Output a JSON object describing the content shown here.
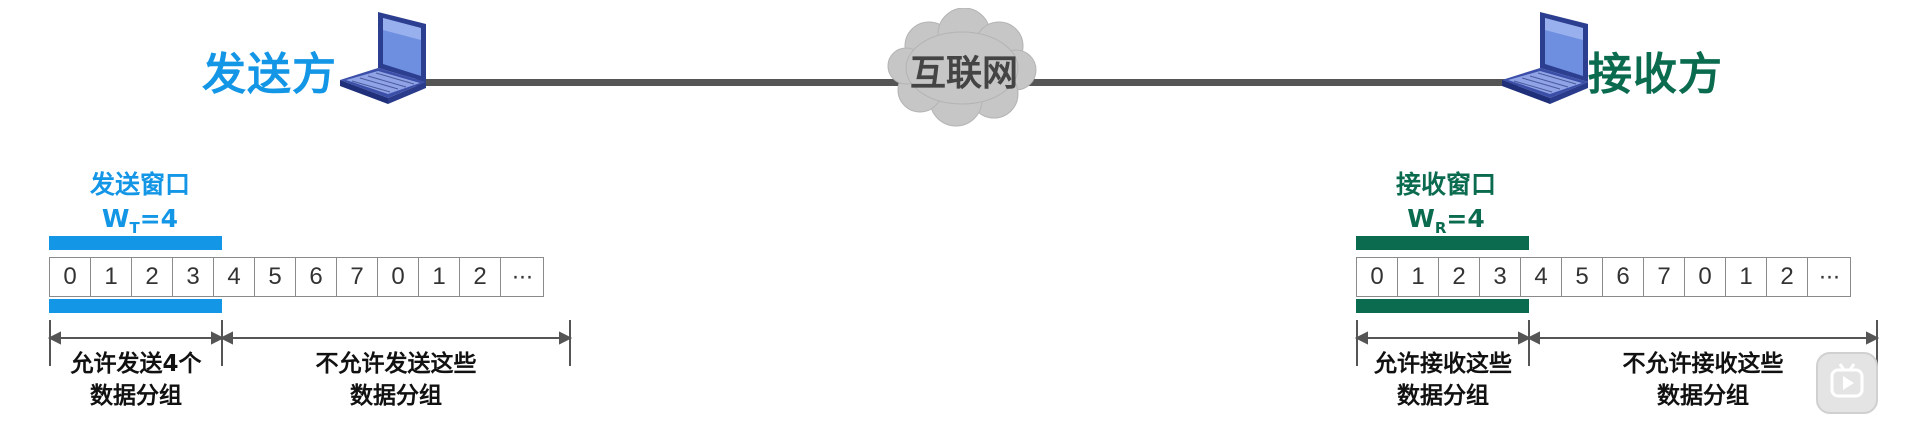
{
  "network": {
    "sender_label": "发送方",
    "cloud_label": "互联网",
    "receiver_label": "接收方"
  },
  "sender": {
    "window_title": "发送窗口",
    "window_size_prefix": "W",
    "window_size_sub": "T",
    "window_size_suffix": "=4",
    "sequence": [
      "0",
      "1",
      "2",
      "3",
      "4",
      "5",
      "6",
      "7",
      "0",
      "1",
      "2",
      "···"
    ],
    "window_count": 4,
    "allowed_caption_line1": "允许发送4个",
    "allowed_caption_line2": "数据分组",
    "denied_caption_line1": "不允许发送这些",
    "denied_caption_line2": "数据分组"
  },
  "receiver": {
    "window_title": "接收窗口",
    "window_size_prefix": "W",
    "window_size_sub": "R",
    "window_size_suffix": "=4",
    "sequence": [
      "0",
      "1",
      "2",
      "3",
      "4",
      "5",
      "6",
      "7",
      "0",
      "1",
      "2",
      "···"
    ],
    "window_count": 4,
    "allowed_caption_line1": "允许接收这些",
    "allowed_caption_line2": "数据分组",
    "denied_caption_line1": "不允许接收这些",
    "denied_caption_line2": "数据分组"
  },
  "colors": {
    "sender": "#1496e6",
    "receiver": "#0a6b4f",
    "link": "#555555"
  },
  "icons": {
    "computer": "laptop-icon",
    "cloud": "cloud-icon",
    "player": "play-icon"
  }
}
